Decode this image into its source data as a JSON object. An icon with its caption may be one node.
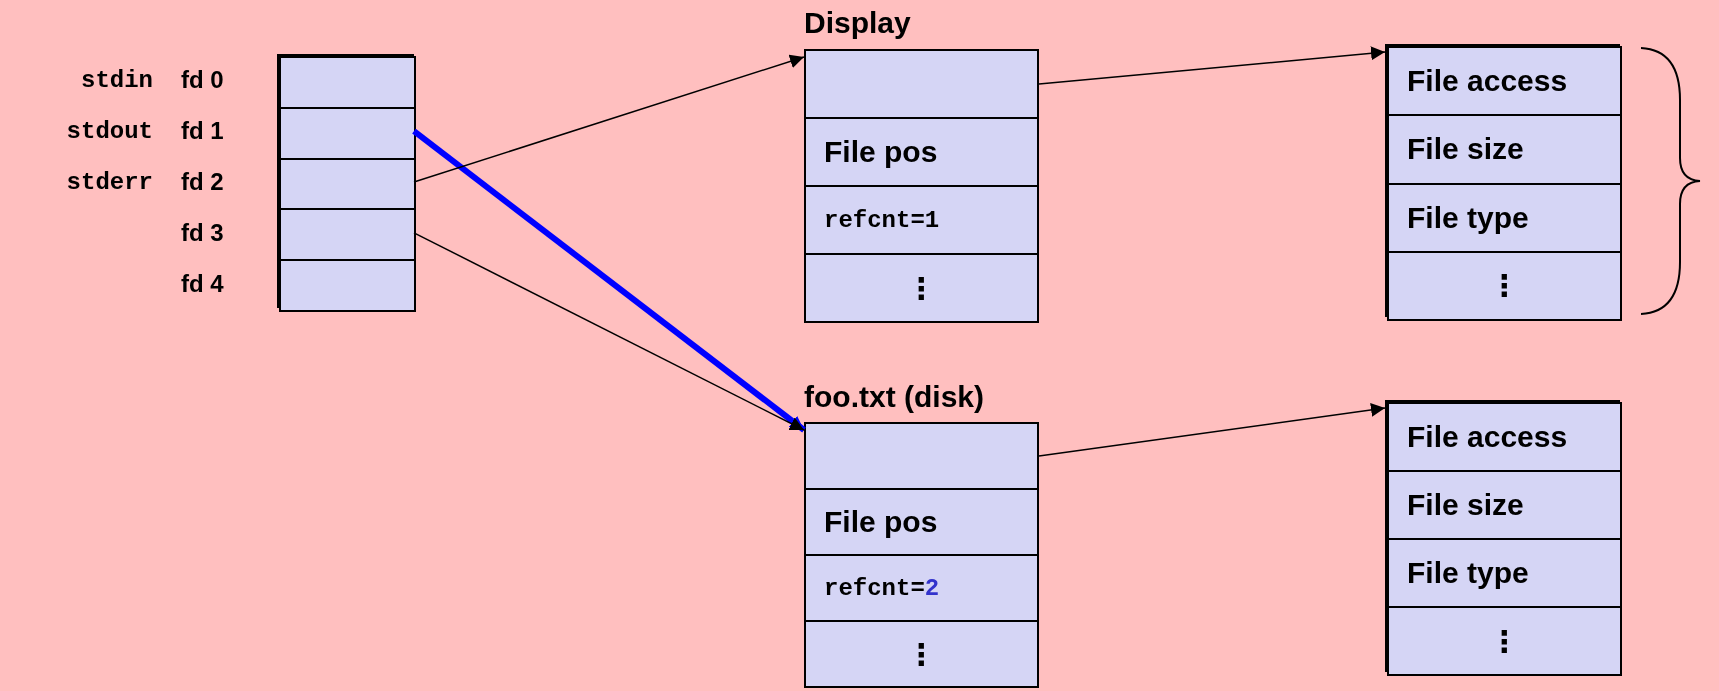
{
  "diagram": {
    "nodes": [
      {
        "text": [],
        "shape": "box"
      },
      {
        "text": [],
        "shape": "box",
        "in": 0,
        "beside": [
          "stdin",
          "fd 0"
        ]
      },
      {
        "text": [],
        "shape": "box",
        "in": 0,
        "beside": [
          "stdout",
          "fd 1"
        ]
      },
      {
        "text": [],
        "shape": "box",
        "in": 0,
        "beside": [
          "stderr",
          "fd 2"
        ]
      },
      {
        "text": [],
        "shape": "box",
        "in": 0,
        "beside": [
          "fd 3"
        ]
      },
      {
        "text": [],
        "shape": "box",
        "in": 0,
        "beside": [
          "fd 4"
        ]
      },
      {
        "text": [
          "Display"
        ]
      },
      {
        "text": [],
        "shape": "box",
        "in": 6
      },
      {
        "text": [
          "File pos"
        ],
        "in": 6
      },
      {
        "text": [
          "refcnt=1"
        ],
        "in": 6
      },
      {
        "text": [
          "⋮"
        ],
        "in": 6
      },
      {
        "text": [],
        "shape": "box"
      },
      {
        "text": [
          "File access"
        ],
        "in": 11
      },
      {
        "text": [
          "File size"
        ],
        "in": 11
      },
      {
        "text": [
          "File type"
        ],
        "in": 11
      },
      {
        "text": [
          "⋮"
        ],
        "in": 11
      },
      {
        "text": [
          "foo.txt (disk)"
        ]
      },
      {
        "text": [],
        "shape": "box",
        "in": 16
      },
      {
        "text": [
          "File pos"
        ],
        "in": 16
      },
      {
        "text": [
          "refcnt=2"
        ],
        "in": 16
      },
      {
        "text": [
          "⋮"
        ],
        "in": 16
      },
      {
        "text": [],
        "shape": "box"
      },
      {
        "text": [
          "File access"
        ],
        "in": 21
      },
      {
        "text": [
          "File size"
        ],
        "in": 21
      },
      {
        "text": [
          "File type"
        ],
        "in": 21
      },
      {
        "text": [
          "⋮"
        ],
        "in": 21
      }
    ],
    "edges": [
      {
        "from": 2,
        "to": 16,
        "arrow": "to",
        "style": "thick",
        "color": "#0000ff"
      },
      {
        "from": 3,
        "to": 6,
        "arrow": "to"
      },
      {
        "from": 4,
        "to": 16,
        "arrow": "to"
      },
      {
        "from": 7,
        "to": 11,
        "arrow": "to"
      },
      {
        "from": 17,
        "to": 21,
        "arrow": "to"
      }
    ]
  }
}
